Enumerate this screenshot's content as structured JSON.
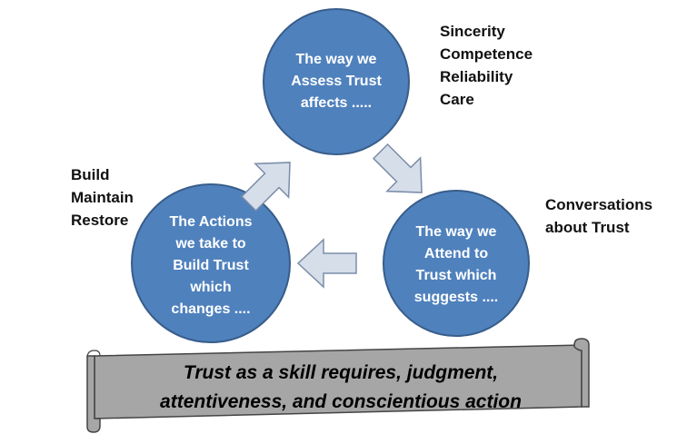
{
  "colors": {
    "circle_fill": "#4F81BD",
    "circle_stroke": "#385D8A",
    "arrow_fill": "#D6DEEA",
    "arrow_stroke": "#7A8DA8",
    "banner_fill": "#A6A6A6"
  },
  "circles": {
    "assess": {
      "lines": [
        "The way we",
        "Assess Trust",
        "affects ....."
      ]
    },
    "attend": {
      "lines": [
        "The way we",
        "Attend to",
        "Trust which",
        "suggests ...."
      ]
    },
    "actions": {
      "lines": [
        "The Actions",
        "we take to",
        "Build Trust",
        "which",
        "changes ...."
      ]
    }
  },
  "labels": {
    "assess_qualities": [
      "Sincerity",
      "Competence",
      "Reliability",
      "Care"
    ],
    "actions_types": [
      "Build",
      "Maintain",
      "Restore"
    ],
    "attend_note": [
      "Conversations",
      "about Trust"
    ]
  },
  "banner": {
    "lines": [
      "Trust as a skill requires, judgment,",
      "attentiveness, and conscientious action"
    ]
  }
}
